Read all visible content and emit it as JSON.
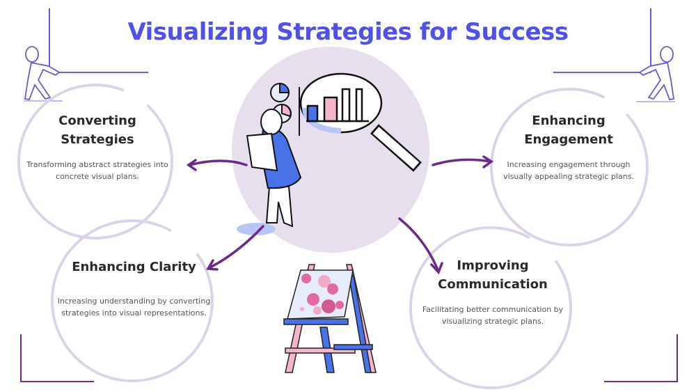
{
  "title": "Visualizing Strategies for Success",
  "cards": [
    {
      "heading": "Converting Strategies",
      "text": "Transforming abstract strategies into concrete visual plans."
    },
    {
      "heading": "Enhancing Clarity",
      "text": "Increasing understanding by converting strategies into visual representations."
    },
    {
      "heading": "Enhancing Engagement",
      "text": "Increasing engagement through visually appealing strategic plans."
    },
    {
      "heading": "Improving Communication",
      "text": "Facilitating better communication by visualizing strategic plans."
    }
  ],
  "colors": {
    "title": "#5050ea",
    "arrow": "#6a2a8c",
    "circle": "#ddd3e8",
    "blob": "#e7dfee"
  }
}
